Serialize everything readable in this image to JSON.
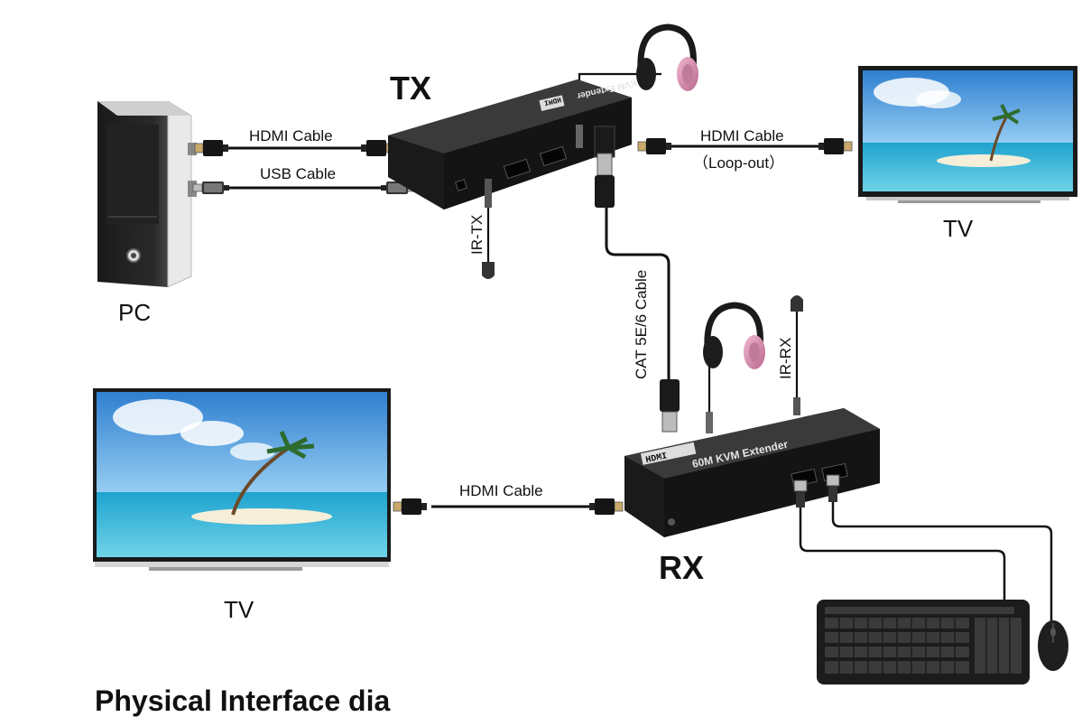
{
  "labels": {
    "tx": "TX",
    "rx": "RX",
    "pc": "PC",
    "tv_right": "TV",
    "tv_left": "TV",
    "hdmi_cable_pc": "HDMI Cable",
    "usb_cable": "USB Cable",
    "hdmi_cable_loop": "HDMI Cable",
    "loop_out": "（Loop-out）",
    "ir_tx": "IR-TX",
    "ir_rx": "IR-RX",
    "cat_cable": "CAT 5E/6 Cable",
    "hdmi_cable_rx": "HDMI Cable"
  },
  "devices": {
    "tx_logo": "HDMI",
    "tx_name": "60M KVM Extender",
    "rx_logo": "HDMI",
    "rx_name": "60M KVM Extender"
  },
  "footer": {
    "text": "Physical Interface dia"
  },
  "colors": {
    "device_body": "#1b1b1b",
    "cable": "#111111",
    "screen_sky": "#3d8ed8",
    "sea": "#38b8d8",
    "headphone_pink": "#d98fb0"
  }
}
